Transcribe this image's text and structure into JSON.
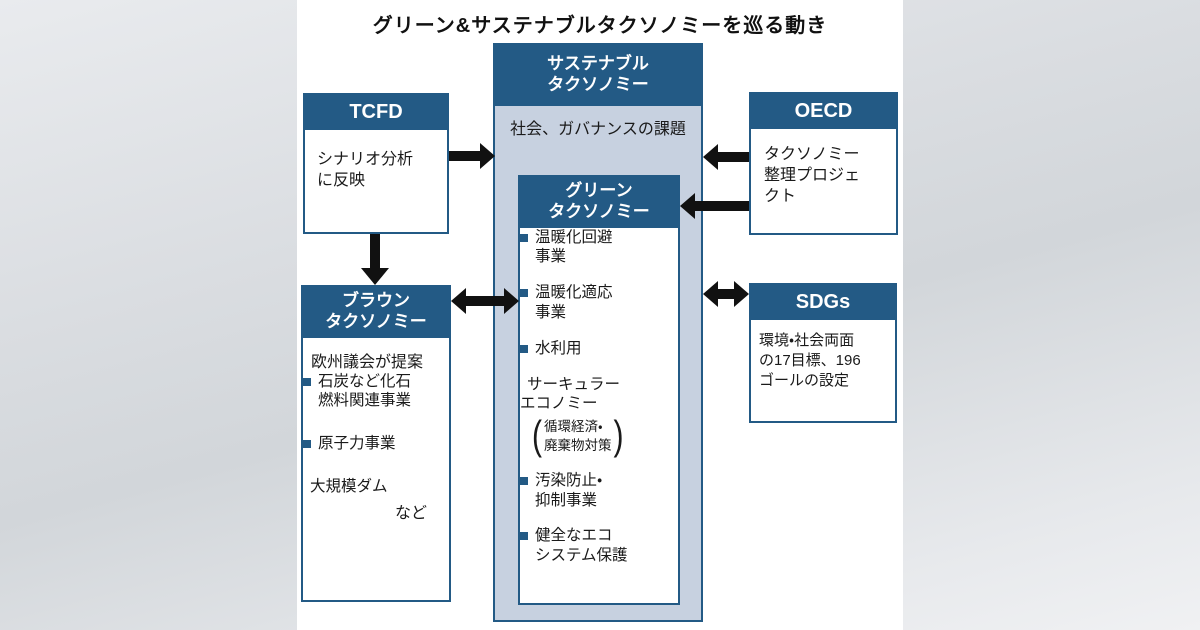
{
  "title": "グリーン&サステナブルタクソノミーを巡る動き",
  "colors": {
    "header_blue": "#235a85",
    "container_blue": "#c7d1e0",
    "panel_white": "#ffffff",
    "arrow_black": "#111111",
    "text_dark": "#1a1a1a",
    "background_gray": "#d9dcdf"
  },
  "sustainable": {
    "header": "サステナブル\nタクソノミー",
    "note": "社会、ガバナンスの課題"
  },
  "green": {
    "header": "グリーン\nタクソノミー",
    "items": [
      {
        "text": "温暖化回避\n事業"
      },
      {
        "text": "温暖化適応\n事業"
      },
      {
        "text": "水利用"
      },
      {
        "text": "サーキュラー\nエコノミー",
        "paren": "循環経済・\n廃棄物対策"
      },
      {
        "text": "汚染防止・\n抑制事業"
      },
      {
        "text": "健全なエコ\nシステム保護"
      }
    ]
  },
  "tcfd": {
    "header": "TCFD",
    "body": "シナリオ分析\nに反映"
  },
  "brown": {
    "header": "ブラウン\nタクソノミー",
    "note": "欧州議会が提案",
    "items": [
      {
        "text": "石炭など化石\n燃料関連事業"
      },
      {
        "text": "原子力事業"
      },
      {
        "text": "大規模ダム"
      }
    ],
    "suffix": "など"
  },
  "oecd": {
    "header": "OECD",
    "body": "タクソノミー\n整理プロジェ\nクト"
  },
  "sdgs": {
    "header": "SDGs",
    "body": "環境・社会両面\nの17目標、196\nゴールの設定"
  }
}
